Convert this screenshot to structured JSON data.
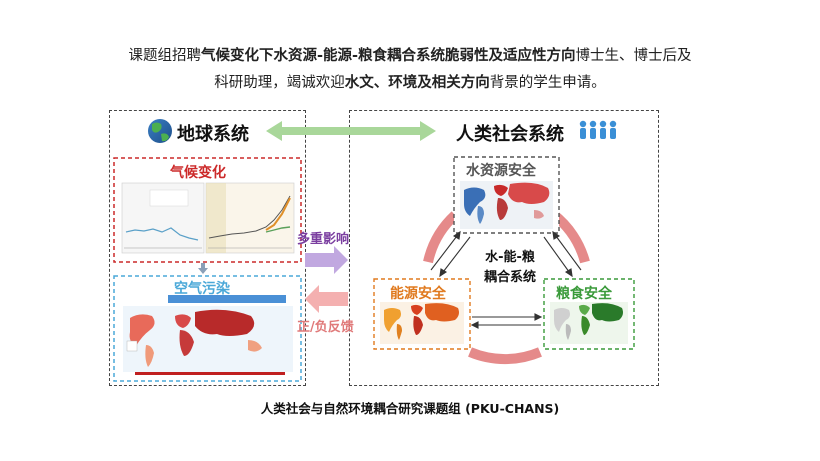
{
  "intro": {
    "line1_a": "课题组招聘",
    "line1_b": "气候变化下水资源-能源-粮食耦合系统脆弱性及适应性方向",
    "line1_c": "博士生、博士后及",
    "line2_a": "科研助理，竭诚欢迎",
    "line2_b": "水文、环境及相关方向",
    "line2_c": "背景的学生申请。"
  },
  "earth_system": {
    "title": "地球系统",
    "climate_change": "气候变化",
    "air_pollution": "空气污染"
  },
  "human_system": {
    "title": "人类社会系统",
    "water": "水资源安全",
    "energy": "能源安全",
    "food": "粮食安全",
    "center_line1": "水-能-粮",
    "center_line2": "耦合系统"
  },
  "links": {
    "multi_impact": "多重影响",
    "feedback": "正/负反馈"
  },
  "caption": "人类社会与自然环境耦合研究课题组 (PKU-CHANS)",
  "colors": {
    "climate_red": "#cc2a2a",
    "air_blue": "#4aa8d8",
    "water_gray": "#555555",
    "energy_orange": "#e07a1f",
    "food_green": "#3a9a3a",
    "arrow_green": "#9ed08a",
    "arrow_purple": "#b9a0d8",
    "arrow_pink": "#f0a8a8",
    "ring_pink": "#e58a8a"
  },
  "icons": [
    "globe-icon",
    "people-icon"
  ]
}
